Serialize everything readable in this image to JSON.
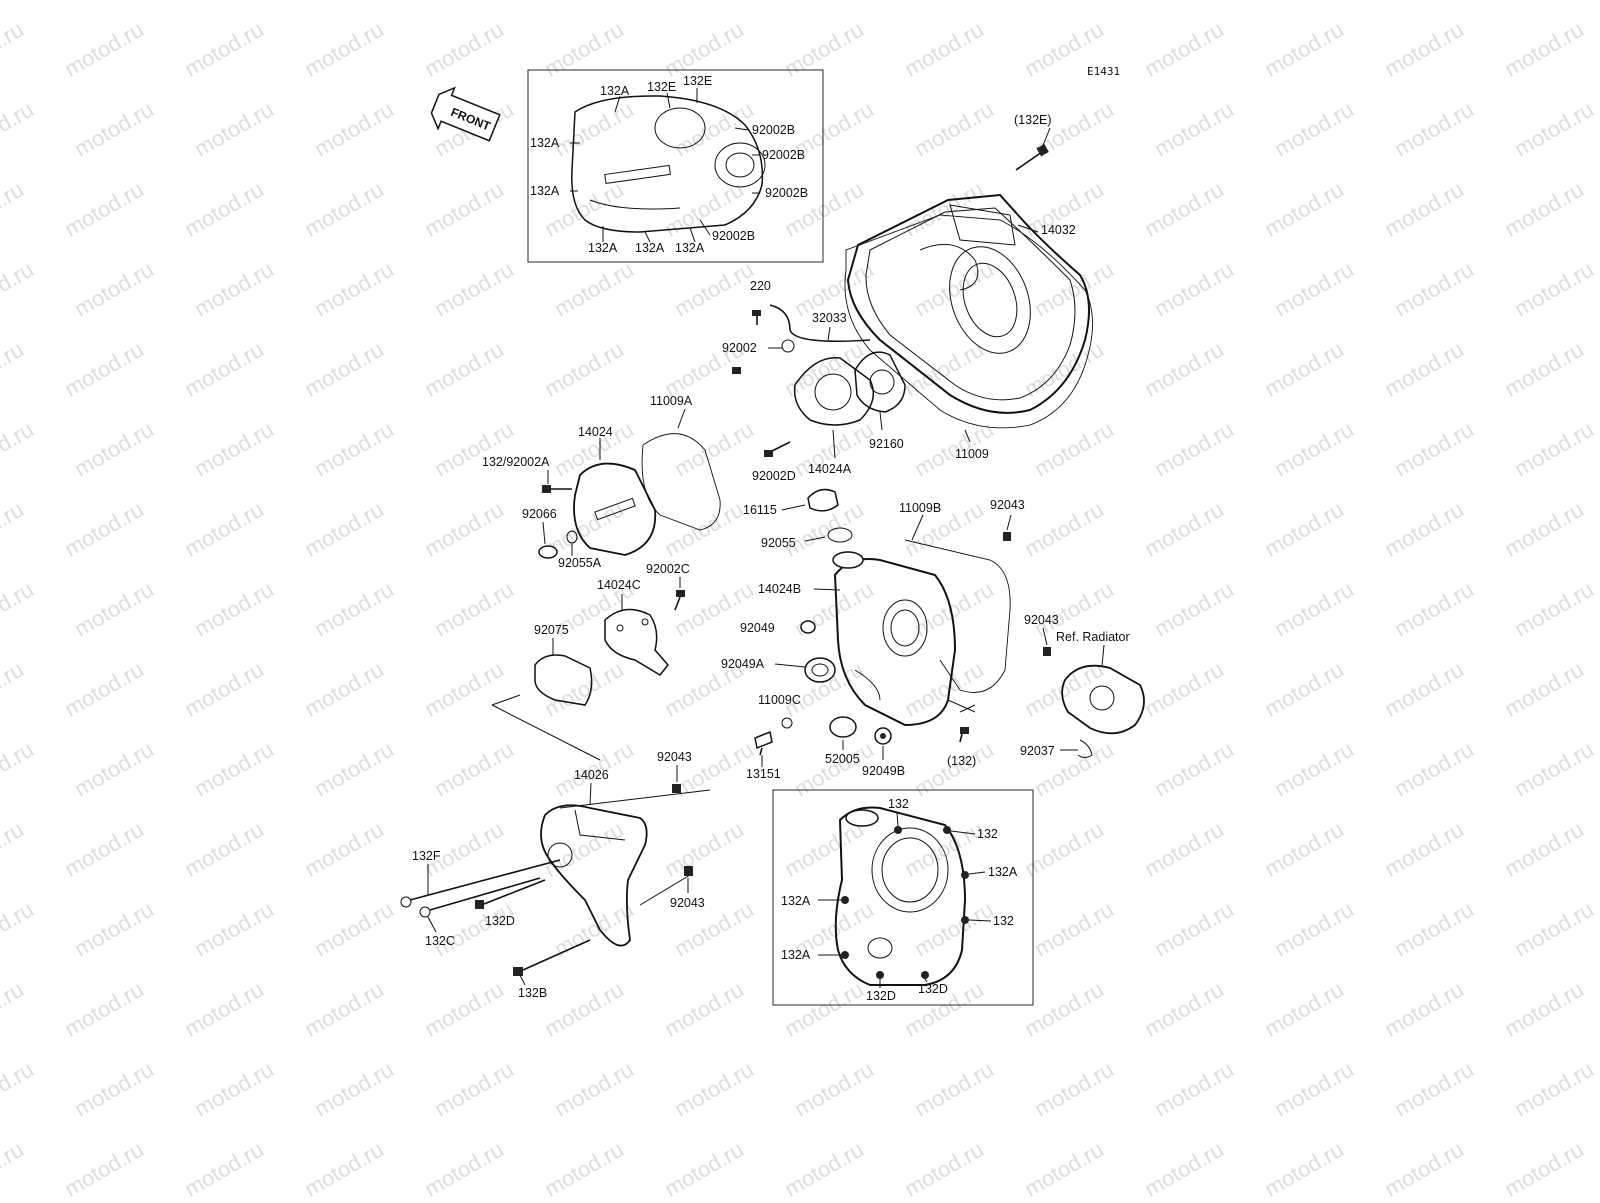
{
  "watermark": "motod.ru",
  "diagram_code": "E1431",
  "front_arrow_label": "FRONT",
  "ref_radiator_label": "Ref. Radiator",
  "labels": {
    "l_132A_top": "132A",
    "l_132E_a": "132E",
    "l_132E_b": "132E",
    "l_132A_left1": "132A",
    "l_132A_left2": "132A",
    "l_92002B_1": "92002B",
    "l_92002B_2": "92002B",
    "l_92002B_3": "92002B",
    "l_92002B_4": "92002B",
    "l_132A_b1": "132A",
    "l_132A_b2": "132A",
    "l_132A_b3": "132A",
    "l_132E_paren": "(132E)",
    "l_14032": "14032",
    "l_220": "220",
    "l_32033": "32033",
    "l_92002": "92002",
    "l_92160": "92160",
    "l_11009": "11009",
    "l_11009A": "11009A",
    "l_14024": "14024",
    "l_132_92002A": "132/92002A",
    "l_92066": "92066",
    "l_92055A": "92055A",
    "l_92002D": "92002D",
    "l_14024A": "14024A",
    "l_16115": "16115",
    "l_11009B": "11009B",
    "l_92043_tr": "92043",
    "l_92055": "92055",
    "l_14024B": "14024B",
    "l_92049": "92049",
    "l_92043_r": "92043",
    "l_92049A": "92049A",
    "l_11009C": "11009C",
    "l_13151": "13151",
    "l_52005": "52005",
    "l_92049B": "92049B",
    "l_132_paren": "(132)",
    "l_92037": "92037",
    "l_92002C": "92002C",
    "l_14024C": "14024C",
    "l_92075": "92075",
    "l_14026": "14026",
    "l_92043_m": "92043",
    "l_92043_b": "92043",
    "l_132F": "132F",
    "l_132C": "132C",
    "l_132D": "132D",
    "l_132B": "132B",
    "l_b132_1": "132",
    "l_b132_2": "132",
    "l_b132A_r": "132A",
    "l_b132A_l": "132A",
    "l_b132_3": "132",
    "l_b132A_l2": "132A",
    "l_b132D_1": "132D",
    "l_b132D_2": "132D"
  }
}
